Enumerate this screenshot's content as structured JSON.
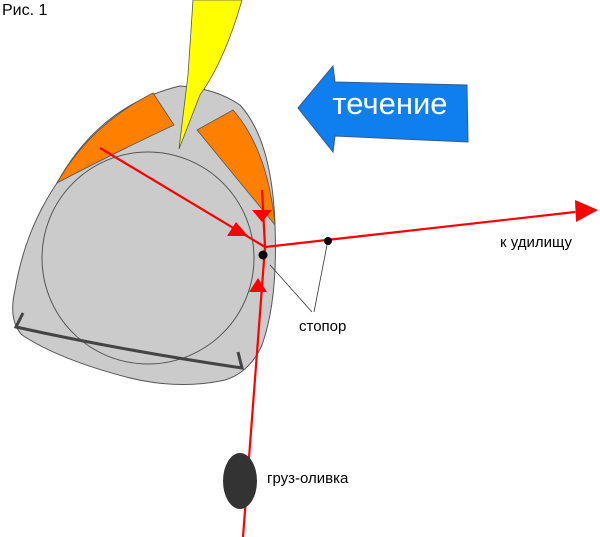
{
  "figure_label": "Рис. 1",
  "current_label": "течение",
  "labels": {
    "to_rod": "к удилищу",
    "stopper": "стопор",
    "sinker": "груз-оливка"
  },
  "colors": {
    "body": "#cbcbcb",
    "orange": "#ff7f00",
    "yellow": "#ffff00",
    "arrow_blue": "#0f7ff0",
    "line_red": "#ff0000",
    "wire": "#444444"
  }
}
